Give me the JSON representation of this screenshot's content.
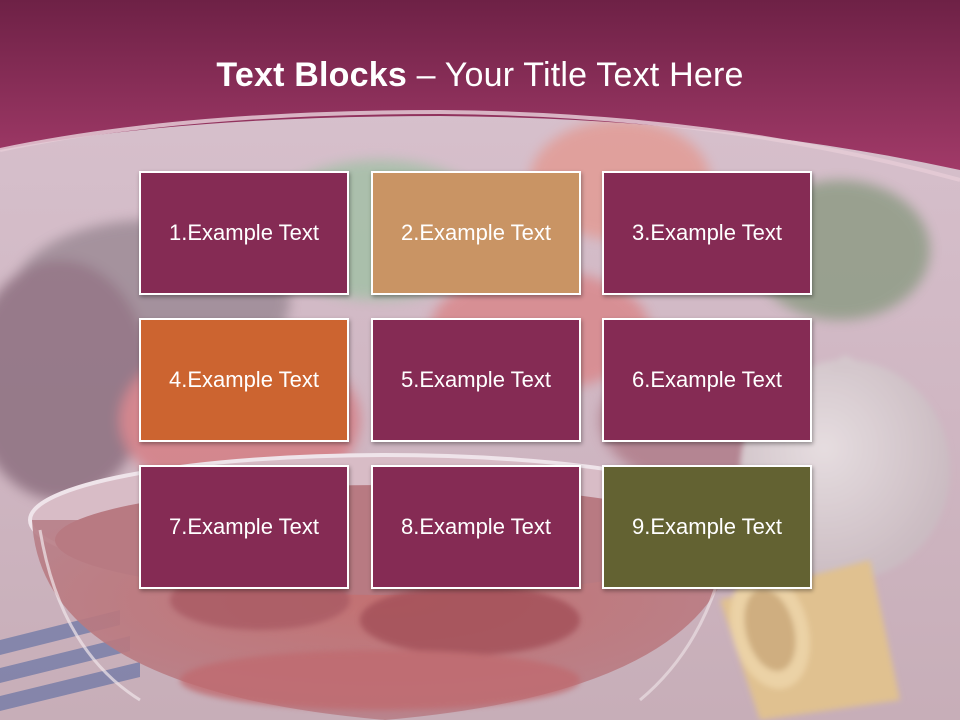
{
  "slide": {
    "title_bold": "Text Blocks",
    "title_dash": " – ",
    "title_rest": "Your Title Text Here"
  },
  "colors": {
    "header": "#8e2d57",
    "block_plum": "#852b54",
    "block_tan": "#c99464",
    "block_orange": "#cc6430",
    "block_olive": "#636232"
  },
  "blocks": [
    {
      "label": "1.Example Text",
      "color": "#852b54"
    },
    {
      "label": "2.Example Text",
      "color": "#c99464"
    },
    {
      "label": "3.Example Text",
      "color": "#852b54"
    },
    {
      "label": "4.Example Text",
      "color": "#cc6430"
    },
    {
      "label": "5.Example Text",
      "color": "#852b54"
    },
    {
      "label": "6.Example Text",
      "color": "#852b54"
    },
    {
      "label": "7.Example Text",
      "color": "#852b54"
    },
    {
      "label": "8.Example Text",
      "color": "#852b54"
    },
    {
      "label": "9.Example Text",
      "color": "#636232"
    }
  ]
}
